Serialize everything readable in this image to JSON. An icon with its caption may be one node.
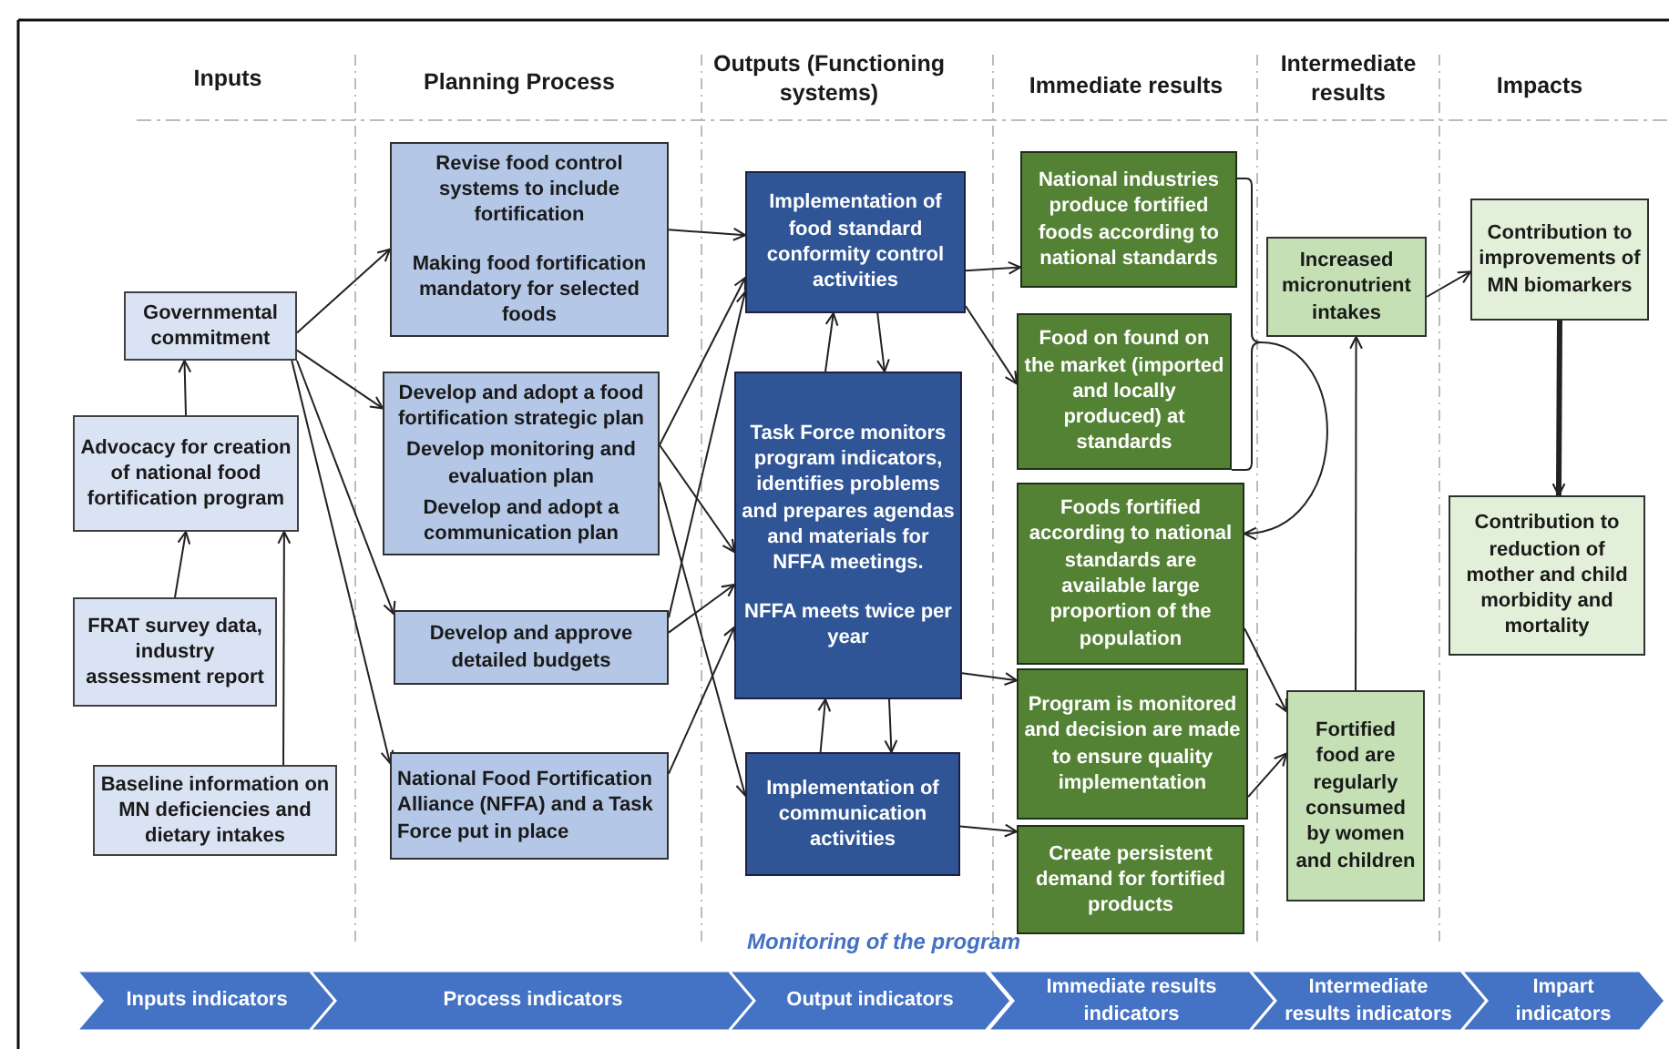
{
  "diagram": {
    "nodes": [
      {
        "text": [
          "Governmental commitment"
        ]
      },
      {
        "text": [
          "Advocacy for creation of national food fortification program"
        ]
      },
      {
        "text": [
          "FRAT survey data, industry assessment report"
        ]
      },
      {
        "text": [
          "Baseline information on MN deficiencies and dietary intakes"
        ]
      },
      {
        "text": [
          "Revise food control systems to include fortification",
          "Making food fortification mandatory for selected foods"
        ]
      },
      {
        "text": [
          "Develop and adopt a food fortification strategic plan",
          "Develop monitoring and evaluation plan",
          "Develop and adopt a communication plan"
        ]
      },
      {
        "text": [
          "Develop and approve detailed budgets"
        ]
      },
      {
        "text": [
          "National Food Fortification Alliance (NFFA) and a Task Force put in place"
        ]
      },
      {
        "text": [
          "Implementation of food standard conformity control activities"
        ]
      },
      {
        "text": [
          "Task Force monitors program indicators, identifies problems and prepares agendas and materials for NFFA meetings.",
          "NFFA meets twice per year"
        ]
      },
      {
        "text": [
          "Implementation of communication activities"
        ]
      },
      {
        "text": [
          "National industries produce fortified foods according to national standards"
        ]
      },
      {
        "text": [
          "Food on found on the market (imported and locally produced) at standards"
        ]
      },
      {
        "text": [
          "Foods fortified according to national standards are available large proportion of the population"
        ]
      },
      {
        "text": [
          "Program is monitored and decision are made to ensure quality implementation"
        ]
      },
      {
        "text": [
          "Create persistent demand for fortified products"
        ]
      },
      {
        "text": [
          "Increased micronutrient intakes"
        ]
      },
      {
        "text": [
          "Fortified food are regularly consumed by women and children"
        ]
      },
      {
        "text": [
          "Contribution to improvements of MN biomarkers"
        ]
      },
      {
        "text": [
          "Contribution to reduction of mother and child morbidity and mortality"
        ]
      },
      {
        "text": [
          "Inputs indicators"
        ]
      },
      {
        "text": [
          "Process indicators"
        ]
      },
      {
        "text": [
          "Output indicators"
        ]
      },
      {
        "text": [
          "Immediate results indicators"
        ]
      },
      {
        "text": [
          "Intermediate results indicators"
        ]
      },
      {
        "text": [
          "Impart indicators"
        ]
      }
    ],
    "edges": [
      {
        "from": 1,
        "to": 0,
        "arrow": "to"
      },
      {
        "from": 2,
        "to": 1,
        "arrow": "to"
      },
      {
        "from": 3,
        "to": 1,
        "arrow": "to"
      },
      {
        "from": 0,
        "to": 4,
        "arrow": "to"
      },
      {
        "from": 0,
        "to": 5,
        "arrow": "to"
      },
      {
        "from": 0,
        "to": 6,
        "arrow": "to"
      },
      {
        "from": 0,
        "to": 7,
        "arrow": "to"
      },
      {
        "from": 4,
        "to": 8,
        "arrow": "to"
      },
      {
        "from": 5,
        "to": 8,
        "arrow": "to"
      },
      {
        "from": 5,
        "to": 9,
        "arrow": "to"
      },
      {
        "from": 5,
        "to": 10,
        "arrow": "to"
      },
      {
        "from": 6,
        "to": 8,
        "arrow": "to"
      },
      {
        "from": 6,
        "to": 9,
        "arrow": "to"
      },
      {
        "from": 7,
        "to": 9,
        "arrow": "to"
      },
      {
        "from": 8,
        "to": 9,
        "arrow": "to"
      },
      {
        "from": 9,
        "to": 8,
        "arrow": "to"
      },
      {
        "from": 9,
        "to": 10,
        "arrow": "to"
      },
      {
        "from": 10,
        "to": 9,
        "arrow": "to"
      },
      {
        "from": 8,
        "to": 11,
        "arrow": "to"
      },
      {
        "from": 8,
        "to": 12,
        "arrow": "to"
      },
      {
        "from": 9,
        "to": 14,
        "arrow": "to"
      },
      {
        "from": 10,
        "to": 15,
        "arrow": "to"
      },
      {
        "from": 11,
        "to": 13,
        "arrow": "to"
      },
      {
        "from": 12,
        "to": 13,
        "arrow": "to"
      },
      {
        "from": 13,
        "to": 17,
        "arrow": "to"
      },
      {
        "from": 14,
        "to": 17,
        "arrow": "to"
      },
      {
        "from": 17,
        "to": 16,
        "arrow": "to"
      },
      {
        "from": 16,
        "to": 18,
        "arrow": "to"
      },
      {
        "from": 18,
        "to": 19,
        "arrow": "to",
        "style": "thick"
      }
    ],
    "labels": [
      "Inputs",
      "Planning Process",
      "Outputs (Functioning systems)",
      "Immediate results",
      "Intermediate results",
      "Impacts",
      "Monitoring of the program"
    ]
  }
}
